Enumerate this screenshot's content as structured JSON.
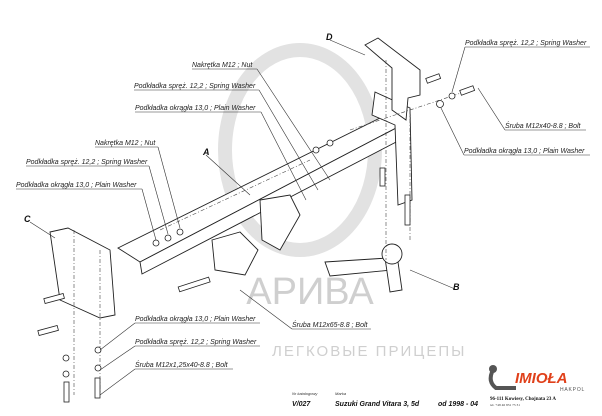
{
  "watermark": {
    "brand": "АРИВА",
    "tagline": "ЛЕГКОВЫЕ ПРИЦЕПЫ"
  },
  "parts": {
    "A": "A",
    "B": "B",
    "C": "C",
    "D": "D"
  },
  "labels": {
    "nut_top": "Nakrętka  M12 ; Nut",
    "spring_top": "Podkładka spręż. 12,2 ; Spring Washer",
    "plain_top": "Podkładka okrągła 13,0 ;  Plain Washer",
    "nut_left": "Nakrętka  M12 ; Nut",
    "spring_left": "Podkładka spręż. 12,2 ; Spring Washer",
    "plain_left": "Podkładka okrągła 13,0 ;  Plain Washer",
    "spring_right": "Podkładka spręż. 12,2 ; Spring Washer",
    "bolt_right": "Śruba M12x40-8.8 ;  Bolt",
    "plain_right": "Podkładka okrągła 13,0 ;  Plain Washer",
    "plain_bottom": "Podkładka okrągła 13,0 ;  Plain Washer",
    "spring_bottom": "Podkładka spręż. 12,2 ; Spring Washer",
    "bolt_bottom": "Śruba M12x1,25x40-8.8 ;  Bolt",
    "bolt_mid": "Śruba M12x65-8.8 ;  Bolt"
  },
  "title_block": {
    "catalog_label": "Nr katalogowy",
    "catalog_no": "V/027",
    "make_label": "Marka",
    "make": "Suzuki Grand Vitara 3, 5d",
    "years": "od 1998 - 04"
  },
  "company": {
    "logo": "IMIOŁA",
    "sub": "HAKPOL",
    "address": "96-111 Kowiesy, Chojnata 23 A",
    "tel": "tel. +48 46 831 75 31",
    "brand_color": "#e0401a"
  }
}
